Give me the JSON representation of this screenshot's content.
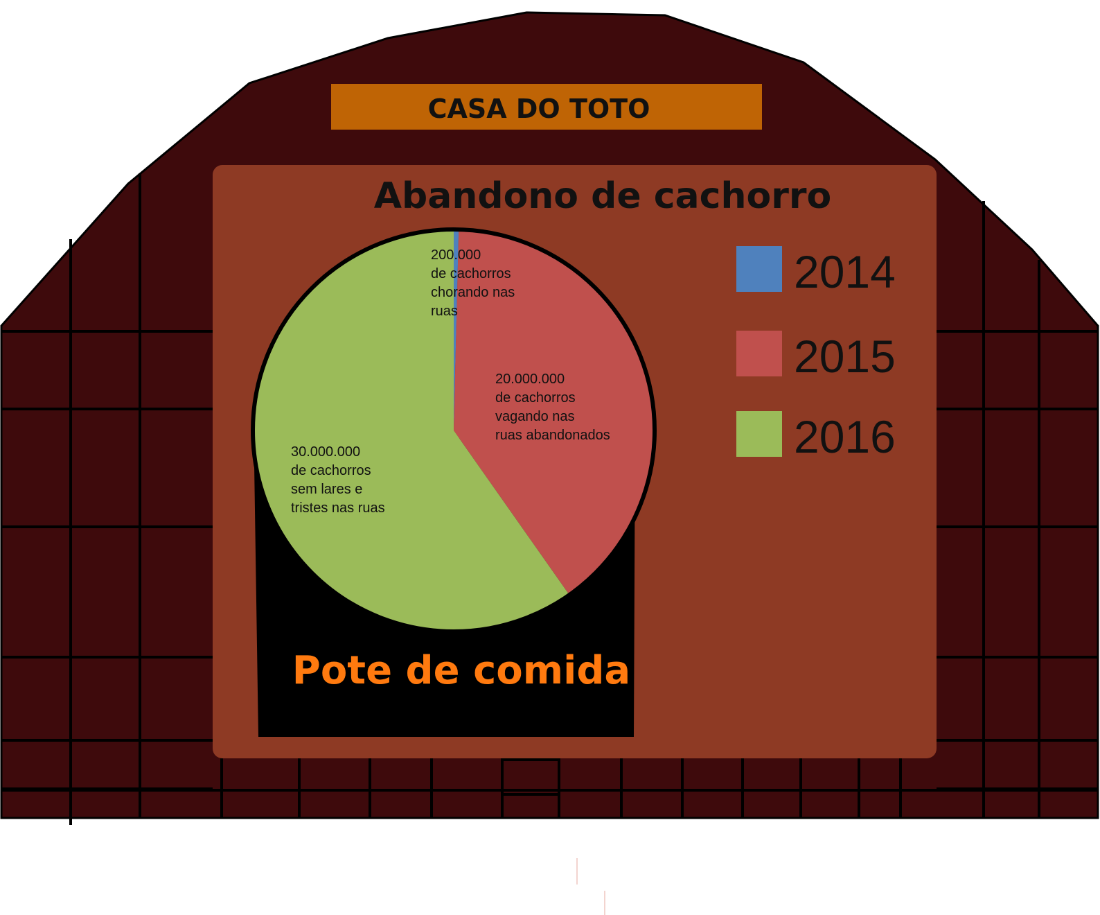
{
  "sign": {
    "text": "CASA DO TOTO"
  },
  "bowl": {
    "text": "Pote de comida"
  },
  "colors": {
    "house": "#3e0a0c",
    "grid": "#000000",
    "panel": "#8e3a24",
    "sign_bg": "#bf6405",
    "bowl": "#000000",
    "bowl_text": "#ff7a0f",
    "text": "#111111"
  },
  "chart_data": {
    "type": "pie",
    "title": "Abandono de cachorro",
    "categories": [
      "2014",
      "2015",
      "2016"
    ],
    "values": [
      200000,
      20000000,
      30000000
    ],
    "colors": [
      "#4f81bd",
      "#c0504d",
      "#9bbb59"
    ],
    "slice_labels": [
      [
        "200.000",
        "de cachorros",
        "chorando nas",
        "ruas"
      ],
      [
        "20.000.000",
        "de cachorros",
        "vagando nas",
        "ruas abandonados"
      ],
      [
        "30.000.000",
        "de cachorros",
        "sem lares e",
        "tristes nas ruas"
      ]
    ],
    "legend": {
      "position": "right"
    }
  }
}
